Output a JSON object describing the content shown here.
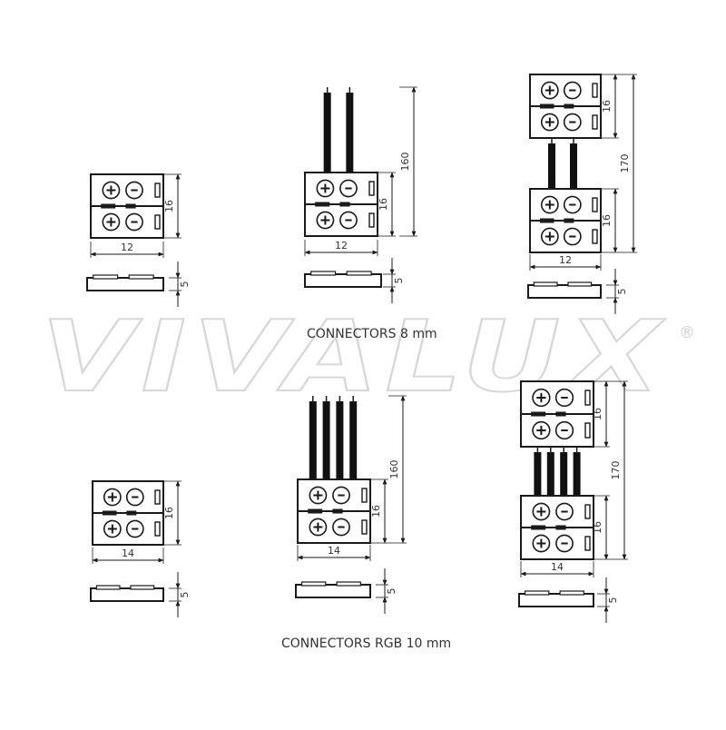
{
  "watermark": {
    "brand": "VIVALUX",
    "registered": "®"
  },
  "sections": [
    {
      "caption": "CONNECTORS 8 mm",
      "wire_count": 2,
      "variants": [
        {
          "width_label": "12",
          "height_label": "16",
          "thickness_label": "5"
        },
        {
          "width_label": "12",
          "height_label": "16",
          "wire_label": "160",
          "thickness_label": "5"
        },
        {
          "width_label": "12",
          "height_label": "16",
          "total_label": "170",
          "thickness_label": "5"
        }
      ]
    },
    {
      "caption": "CONNECTORS RGB 10 mm",
      "wire_count": 4,
      "variants": [
        {
          "width_label": "14",
          "height_label": "16",
          "thickness_label": "5"
        },
        {
          "width_label": "14",
          "height_label": "16",
          "wire_label": "160",
          "thickness_label": "5"
        },
        {
          "width_label": "14",
          "height_label": "16",
          "total_label": "170",
          "thickness_label": "5"
        }
      ]
    }
  ],
  "symbols": {
    "plus": "plus-terminal-icon",
    "minus": "minus-terminal-icon"
  },
  "colors": {
    "line": "#1a1a1a",
    "wire": "#111111",
    "text": "#333333",
    "watermark": "#d8d8d8"
  }
}
